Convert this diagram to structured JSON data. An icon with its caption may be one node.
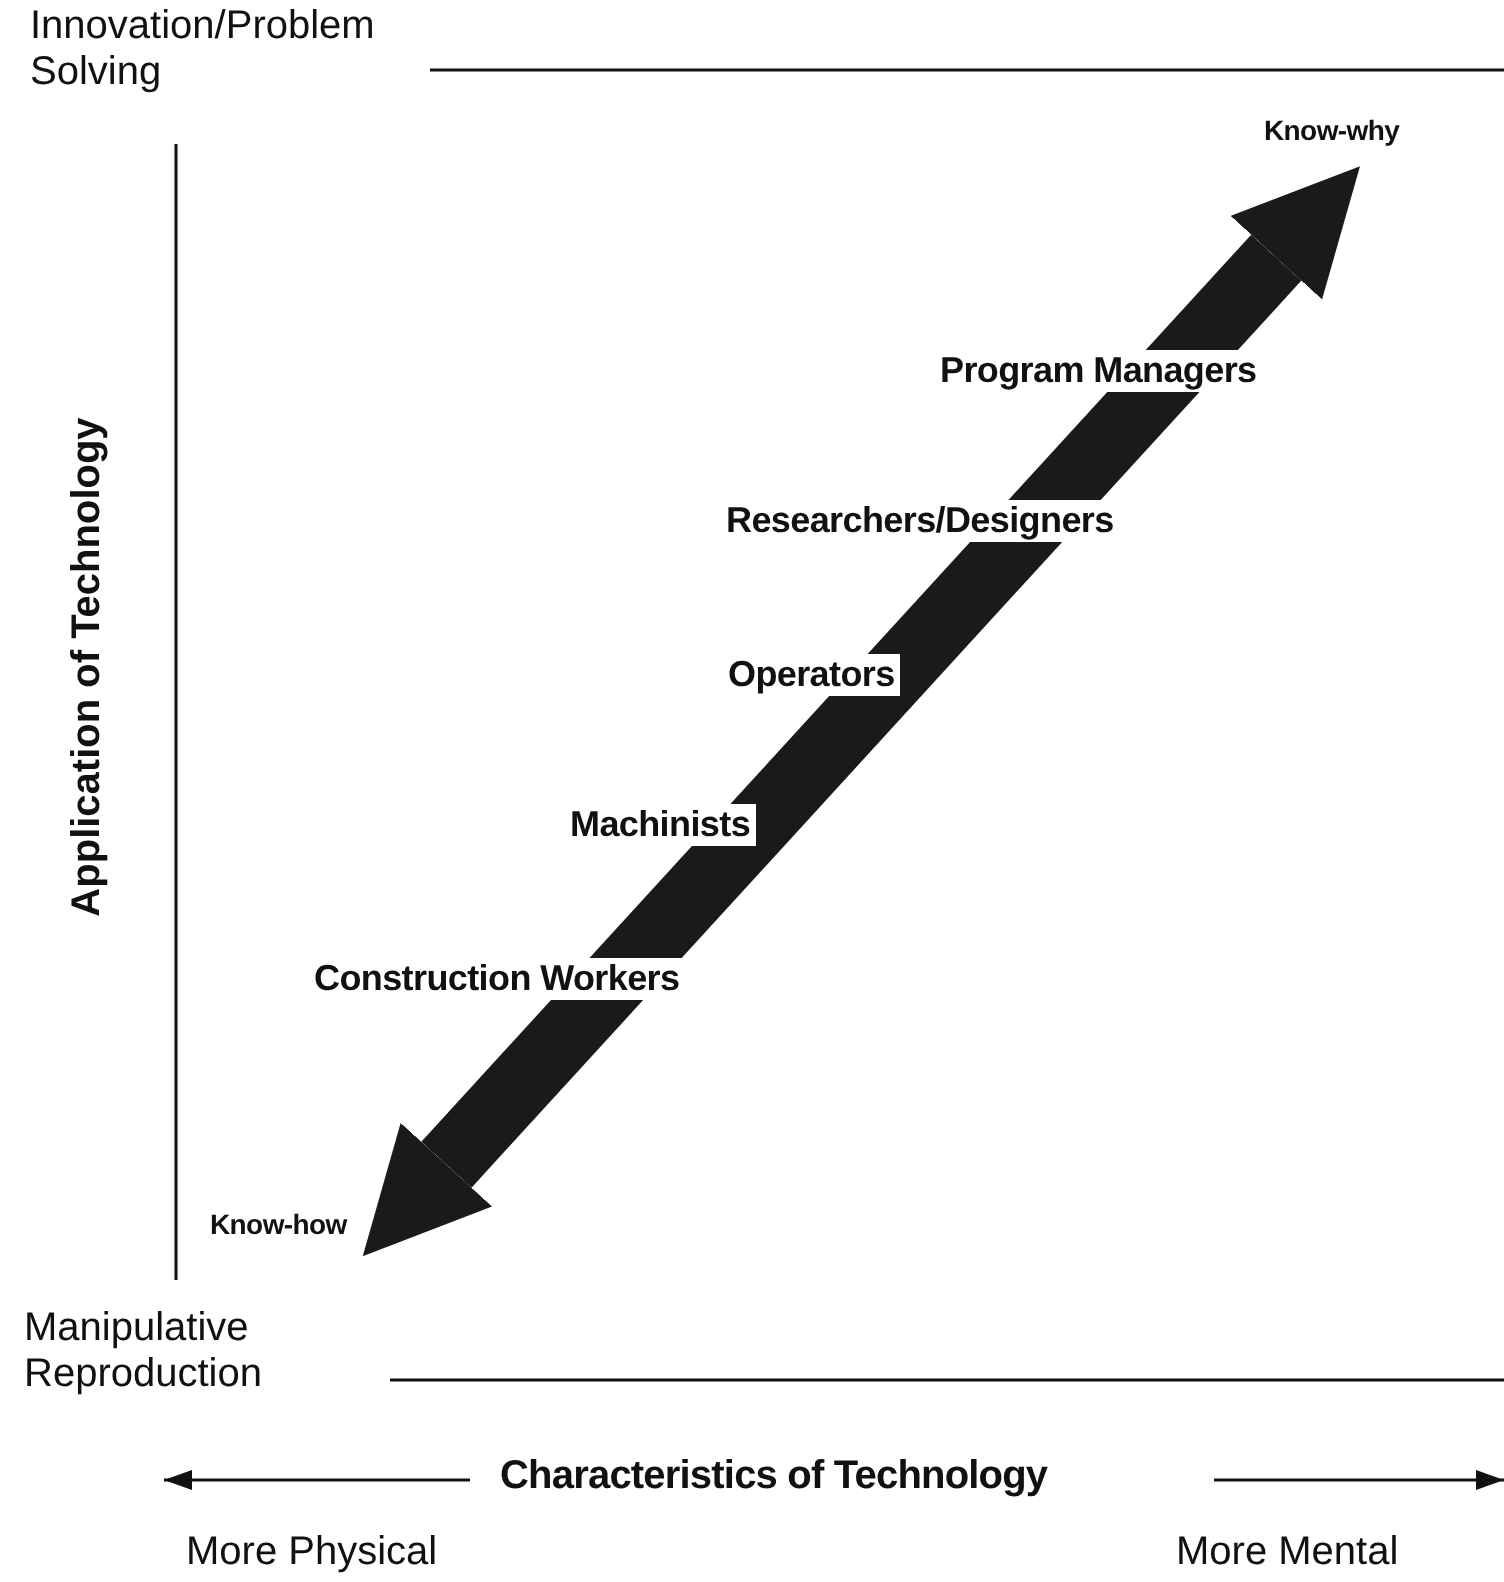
{
  "diagram": {
    "nodes": [
      {
        "text": [
          "Know-how"
        ]
      },
      {
        "text": [
          "Know-why"
        ]
      }
    ],
    "edges": [
      {
        "from": 0,
        "to": 1,
        "arrow": "both"
      }
    ],
    "labels": [
      "Innovation/Problem Solving",
      "Program Managers",
      "Application of Technology",
      "Researchers/Designers",
      "Operators",
      "Machinists",
      "Construction Workers",
      "Manipulative Reproduction",
      "Characteristics of Technology",
      "More Physical",
      "More Mental"
    ]
  }
}
